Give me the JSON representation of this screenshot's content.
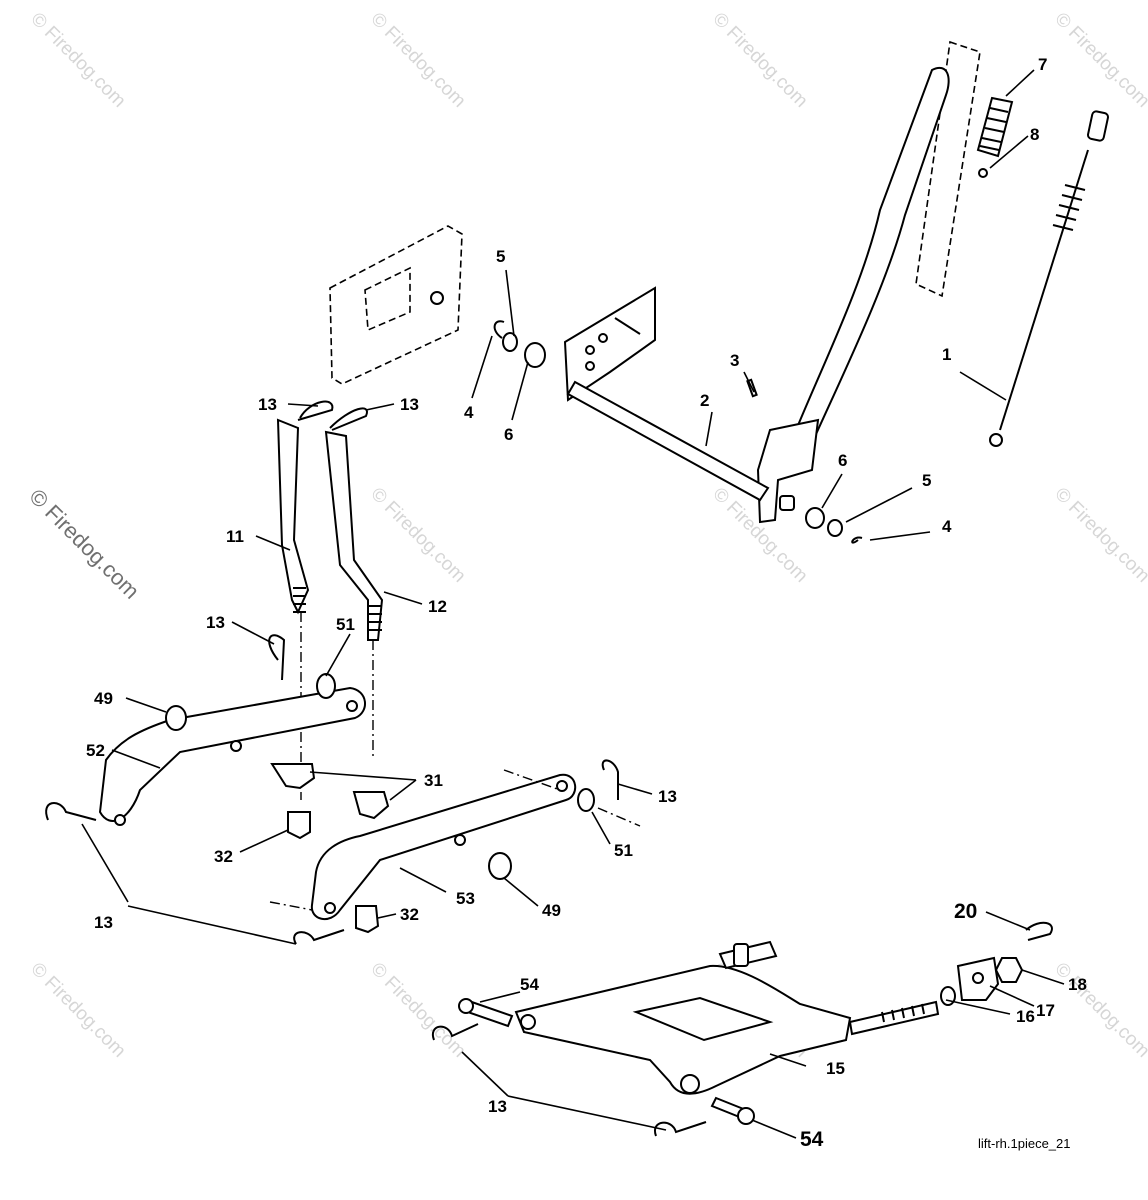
{
  "watermark": {
    "text": "© Firedog.com"
  },
  "reference_code": "lift-rh.1piece_21",
  "callouts": [
    {
      "id": "c1",
      "label": "1"
    },
    {
      "id": "c2",
      "label": "2"
    },
    {
      "id": "c3",
      "label": "3"
    },
    {
      "id": "c4a",
      "label": "4"
    },
    {
      "id": "c4b",
      "label": "4"
    },
    {
      "id": "c5a",
      "label": "5"
    },
    {
      "id": "c5b",
      "label": "5"
    },
    {
      "id": "c6a",
      "label": "6"
    },
    {
      "id": "c6b",
      "label": "6"
    },
    {
      "id": "c7",
      "label": "7"
    },
    {
      "id": "c8",
      "label": "8"
    },
    {
      "id": "c11",
      "label": "11"
    },
    {
      "id": "c12",
      "label": "12"
    },
    {
      "id": "c13a",
      "label": "13"
    },
    {
      "id": "c13b",
      "label": "13"
    },
    {
      "id": "c13c",
      "label": "13"
    },
    {
      "id": "c13d",
      "label": "13"
    },
    {
      "id": "c13e",
      "label": "13"
    },
    {
      "id": "c13f",
      "label": "13"
    },
    {
      "id": "c15",
      "label": "15"
    },
    {
      "id": "c16",
      "label": "16"
    },
    {
      "id": "c17",
      "label": "17"
    },
    {
      "id": "c18",
      "label": "18"
    },
    {
      "id": "c20",
      "label": "20"
    },
    {
      "id": "c31",
      "label": "31"
    },
    {
      "id": "c32a",
      "label": "32"
    },
    {
      "id": "c32b",
      "label": "32"
    },
    {
      "id": "c49a",
      "label": "49"
    },
    {
      "id": "c49b",
      "label": "49"
    },
    {
      "id": "c51a",
      "label": "51"
    },
    {
      "id": "c51b",
      "label": "51"
    },
    {
      "id": "c52",
      "label": "52"
    },
    {
      "id": "c53",
      "label": "53"
    },
    {
      "id": "c54a",
      "label": "54"
    },
    {
      "id": "c54b",
      "label": "54"
    }
  ]
}
